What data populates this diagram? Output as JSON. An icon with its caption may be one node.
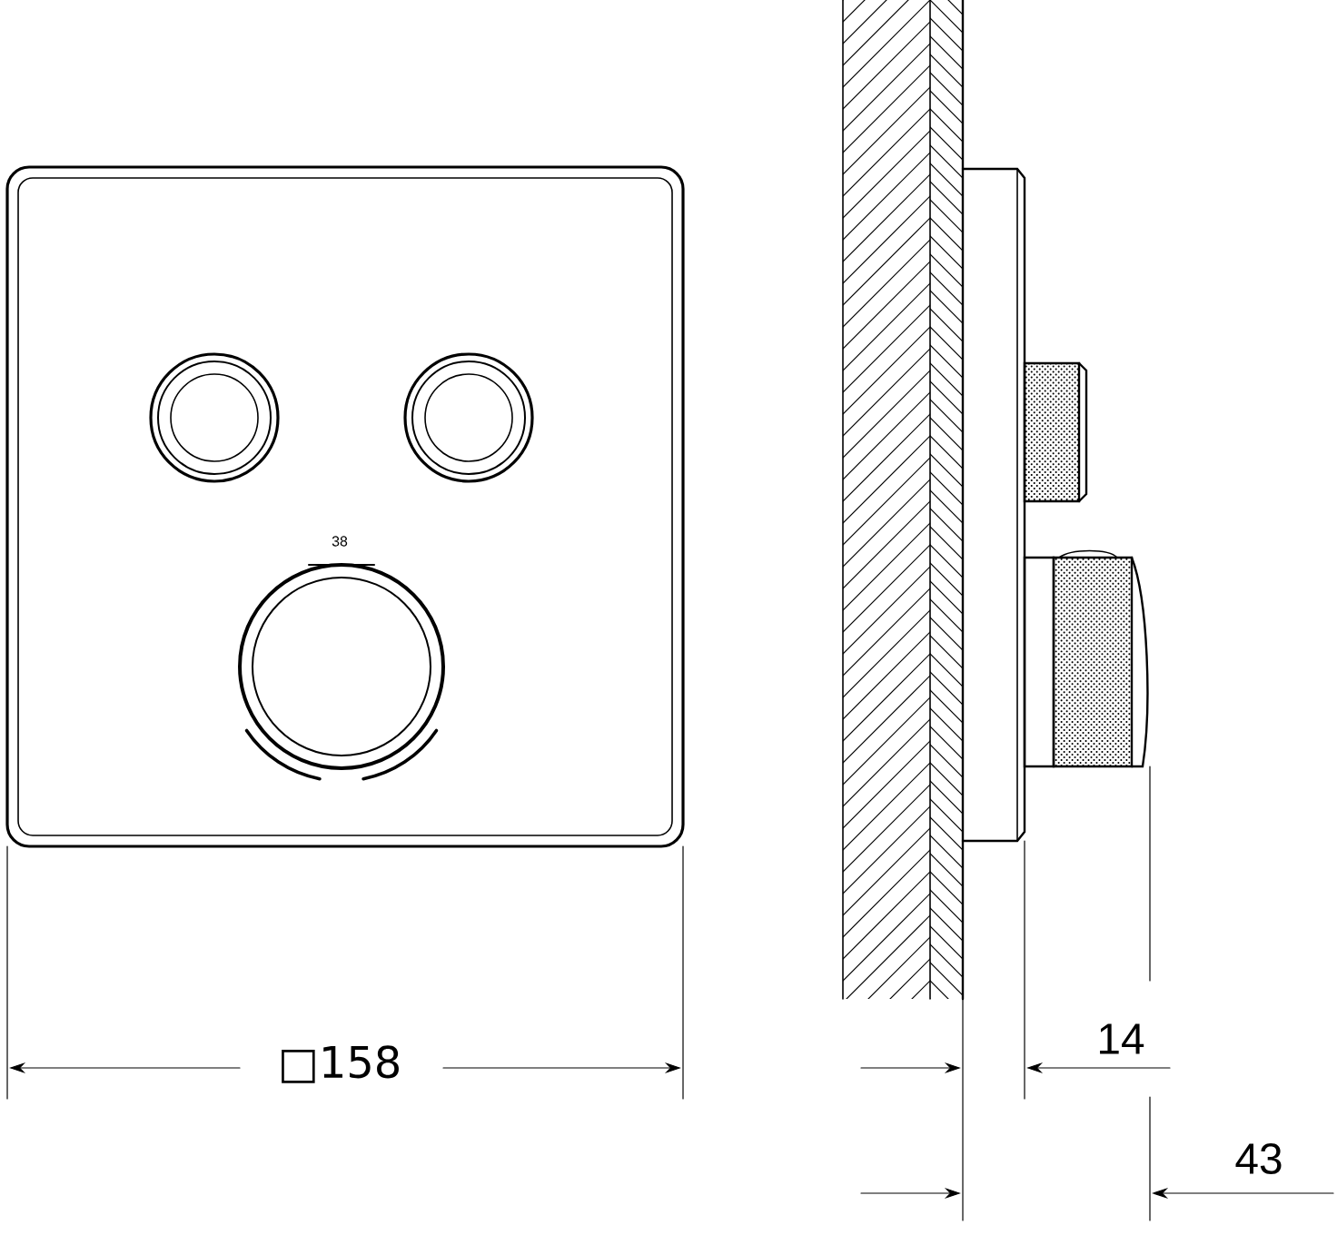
{
  "diagram": {
    "labels": [
      "38",
      "□158",
      "14",
      "43"
    ]
  }
}
